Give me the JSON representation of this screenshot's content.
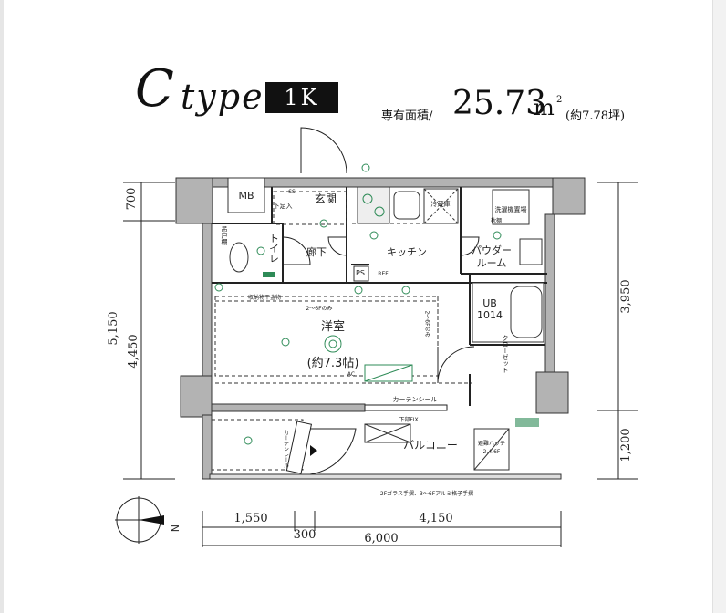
{
  "header": {
    "type_letter": "C",
    "type_word": "type",
    "badge": "1K",
    "area_label": "専有面積/",
    "area_value": "25.73",
    "area_unit": "m",
    "area_sup": "2",
    "tsubo": "(約7.78坪)"
  },
  "rooms": {
    "mb": "MB",
    "genkan": "玄関",
    "ls": "下足入",
    "toilet": "トイレ",
    "rouka": "廊下",
    "kitchen": "キッチン",
    "refrigerator": "冷蔵庫",
    "powder_1": "パウダー",
    "powder_2": "ルーム",
    "washer": "洗濯機置場",
    "ub": "UB",
    "ub_size": "1014",
    "youshitsu": "洋室",
    "youshitsu_size": "(約7.3帖)",
    "closet": "クローゼット",
    "balcony": "バルコニー",
    "ps": "PS",
    "storage": "吊戸棚",
    "shelf": "枕棚",
    "stored_items": "収納物干金物",
    "floor_note": "2～6Fのみ",
    "floor_note_vert": "2～6Fのみ",
    "curtain": "カーテンシール",
    "window_frame": "下部FIX",
    "hatch": "避難ハッチ",
    "hatch_size": "2.4.6F",
    "railing": "2Fガラス手摺、3～6Fアルミ格子手摺",
    "screen": "カーテンレール",
    "ac": "AC",
    "ref": "REF",
    "dim_label_ss": "SS"
  },
  "dimensions": {
    "left_700": "700",
    "left_5150": "5,150",
    "left_4450": "4,450",
    "right_3950": "3,950",
    "right_1200": "1,200",
    "bottom_1550": "1,550",
    "bottom_300": "300",
    "bottom_4150": "4,150",
    "bottom_6000": "6,000"
  },
  "compass": {
    "north": "N"
  },
  "colors": {
    "wall": "#b3b3b3",
    "line": "#222222",
    "dashed": "#333333",
    "fixture_green": "#2e8b57"
  }
}
